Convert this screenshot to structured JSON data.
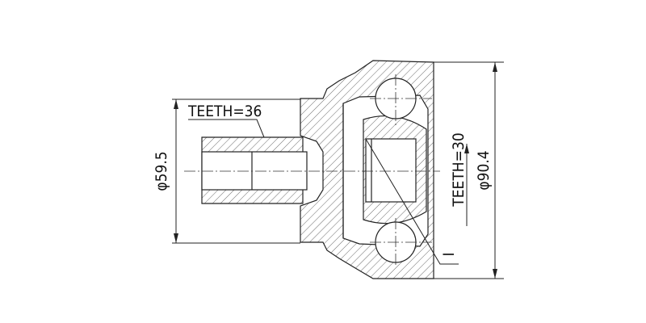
{
  "drawing": {
    "teeth_shaft": "TEETH=36",
    "teeth_inner": "TEETH=30",
    "dim_shaft_diameter": "φ59.5",
    "dim_outer_diameter": "φ90.4",
    "marker": "I"
  },
  "colors": {
    "line": "#222222",
    "background": "#ffffff"
  }
}
